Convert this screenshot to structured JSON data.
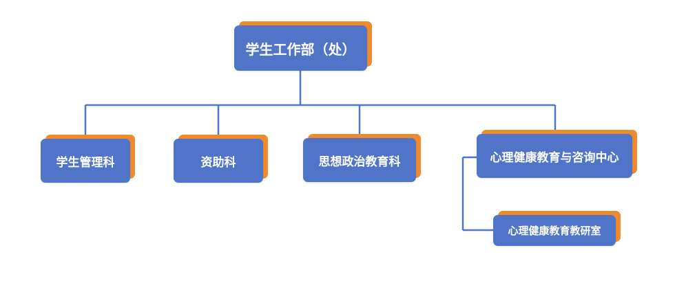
{
  "colors": {
    "node_fill": "#4f74c8",
    "node_shadow": "#f08a2e",
    "node_text": "#ffffff",
    "connector": "#4f74c8"
  },
  "org": {
    "root": {
      "label": "学生工作部（处）"
    },
    "departments": [
      {
        "label": "学生管理科"
      },
      {
        "label": "资助科"
      },
      {
        "label": "思想政治教育科"
      },
      {
        "label": "心理健康教育与咨询中心"
      }
    ],
    "sub_units": [
      {
        "parent": "心理健康教育与咨询中心",
        "label": "心理健康教育教研室"
      }
    ]
  }
}
